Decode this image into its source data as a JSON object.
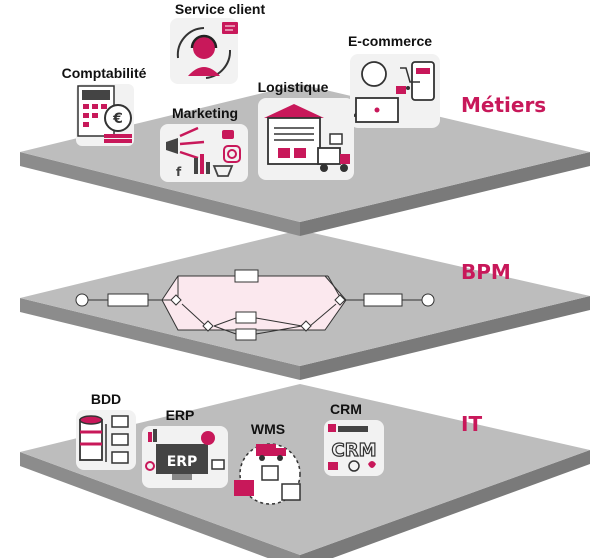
{
  "layers": {
    "metiers": {
      "label": "Métiers"
    },
    "bpm": {
      "label": "BPM"
    },
    "it": {
      "label": "IT"
    }
  },
  "metiers_items": {
    "service_client": "Service client",
    "comptabilite": "Comptabilité",
    "ecommerce": "E-commerce",
    "marketing": "Marketing",
    "logistique": "Logistique"
  },
  "it_items": {
    "bdd": "BDD",
    "erp": "ERP",
    "wms": "WMS",
    "crm": "CRM"
  },
  "icons": {
    "erp_screen_text": "ERP",
    "crm_logo_text": "CRM"
  },
  "colors": {
    "accent": "#c8185a",
    "plate_top": "#bdbdbd",
    "plate_side": "#8f8f8f",
    "icon_dark": "#444444"
  }
}
